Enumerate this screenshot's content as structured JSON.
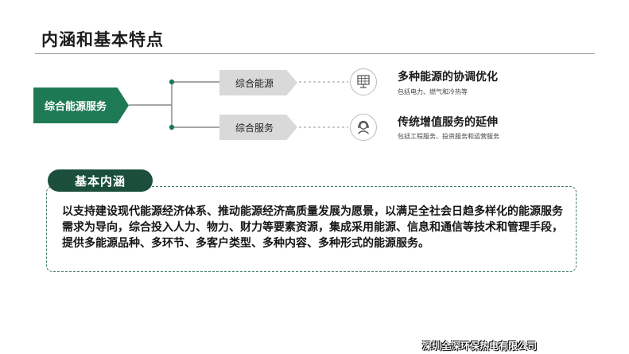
{
  "page": {
    "title": "内涵和基本特点"
  },
  "diagram": {
    "root_label": "综合能源服务",
    "branches": [
      {
        "tag_label": "综合能源",
        "icon": "solar-panel-icon",
        "title": "多种能源的协调优化",
        "subtitle": "包括电力、燃气和冷热等"
      },
      {
        "tag_label": "综合服务",
        "icon": "customer-service-icon",
        "title": "传统增值服务的延伸",
        "subtitle": "包括工程服务、投资服务和运营服务"
      }
    ]
  },
  "basic": {
    "badge_label": "基本内涵",
    "text": "以支持建设现代能源经济体系、推动能源经济高质量发展为愿景，以满足全社会日趋多样化的能源服务需求为导向，综合投入人力、物力、财力等要素资源，集成采用能源、信息和通信等技术和管理手段，提供多能源品种、多环节、多客户类型、多种内容、多种形式的能源服务。"
  },
  "footer": {
    "company": "深圳全深环保热电有限公司"
  },
  "colors": {
    "primary_green": "#1e7a55",
    "dark_green": "#1b4f3c",
    "tag_gray": "#d9d9d9"
  }
}
